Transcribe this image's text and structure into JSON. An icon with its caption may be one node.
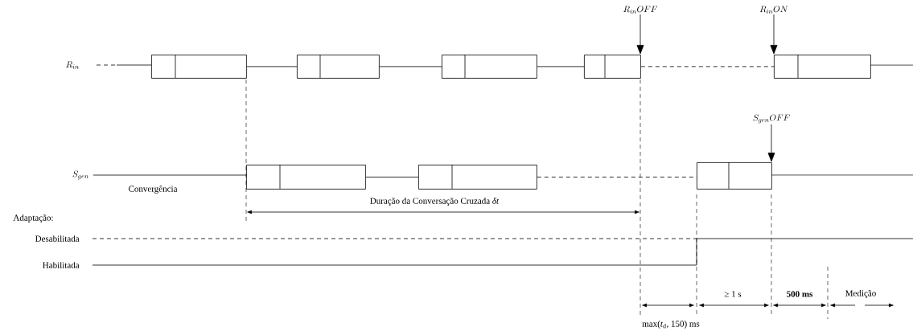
{
  "diagram": {
    "nodes": [
      {
        "text": [
          "R_{in}OFF"
        ]
      },
      {
        "text": [
          "R_{in}ON"
        ]
      },
      {
        "text": [],
        "shape": "box"
      },
      {
        "text": [],
        "shape": "box"
      },
      {
        "text": [],
        "shape": "box"
      },
      {
        "text": [],
        "shape": "box"
      },
      {
        "text": [],
        "shape": "box"
      },
      {
        "text": [
          "S_{gen}OFF"
        ]
      },
      {
        "text": [],
        "shape": "box"
      },
      {
        "text": [],
        "shape": "box"
      },
      {
        "text": [],
        "shape": "box"
      }
    ],
    "edges": [
      {
        "from": 0,
        "to": 5,
        "arrow": "to"
      },
      {
        "from": 1,
        "to": 6,
        "arrow": "to"
      },
      {
        "from": 7,
        "to": 10,
        "arrow": "to"
      },
      {
        "from": 2,
        "to": 3,
        "arrow": "none"
      },
      {
        "from": 3,
        "to": 4,
        "arrow": "none"
      },
      {
        "from": 4,
        "to": 5,
        "arrow": "none"
      },
      {
        "from": 5,
        "to": 6,
        "arrow": "none",
        "style": "dashed"
      },
      {
        "from": 8,
        "to": 9,
        "arrow": "none"
      },
      {
        "from": 9,
        "to": 10,
        "arrow": "none",
        "style": "dashed"
      }
    ],
    "labels": [
      "R_{in}",
      "S_{gen}",
      "Convergência",
      "Duração da Conversação Cruzada *δt*",
      "Adaptação:",
      "Desabilitada",
      "Habilitada",
      "≥ 1 s",
      "500 ms",
      "Medição",
      "max(*t*$_{d}$, 150) ms"
    ]
  }
}
